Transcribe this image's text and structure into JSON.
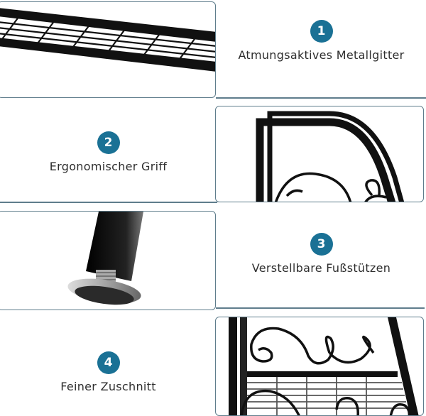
{
  "colors": {
    "accent": "#1a7195",
    "border": "#5f7d8c",
    "text": "#2e2e2e"
  },
  "features": [
    {
      "number": "1",
      "label": "Atmungsaktives Metallgitter",
      "image": "metal-grid-shelf"
    },
    {
      "number": "2",
      "label": "Ergonomischer Griff",
      "image": "curved-frame-handle"
    },
    {
      "number": "3",
      "label": "Verstellbare Fußstützen",
      "image": "adjustable-foot"
    },
    {
      "number": "4",
      "label": "Feiner Zuschnitt",
      "image": "scroll-decoration-shelf"
    }
  ]
}
